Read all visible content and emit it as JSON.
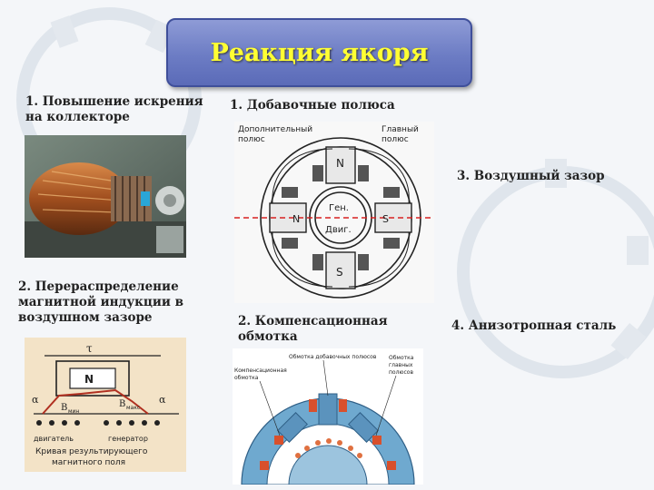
{
  "slide": {
    "title": "Реакция якоря",
    "labels": {
      "l1": "1. Повышение искрения на коллекторе",
      "l2": "1. Добавочные полюса",
      "l3": "3. Воздушный зазор",
      "l4": "2. Перераспределение магнитной индукции в воздушном зазоре",
      "l5": "2. Компенсационная обмотка",
      "l6": "4. Анизотропная сталь"
    },
    "poles_diagram": {
      "aux_pole": "Дополнительный полюс",
      "main_pole": "Главный полюс",
      "n_top": "N",
      "s_bottom": "S",
      "n_left": "N",
      "s_right": "S",
      "center_top": "Ген.",
      "center_bottom": "Двиг."
    },
    "induction_diagram": {
      "tau": "τ",
      "n_pole": "N",
      "alpha_left": "α",
      "alpha_right": "α",
      "b_max": "B",
      "b_max_sub": "макс",
      "b_min": "B",
      "b_min_sub": "мин",
      "motor": "двигатель",
      "generator": "генератор",
      "caption_line1": "Кривая результирующего",
      "caption_line2": "магнитного поля"
    },
    "comp_diagram": {
      "label_top": "Обмотка добавочных полюсов",
      "label_left_1": "Компенсационная",
      "label_left_2": "обмотка",
      "label_right_1": "Обмотка",
      "label_right_2": "главных",
      "label_right_3": "полюсов"
    }
  }
}
